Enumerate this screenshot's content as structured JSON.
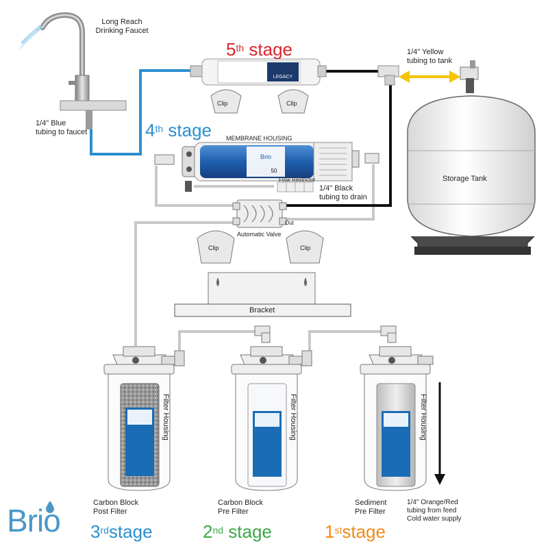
{
  "labels": {
    "faucet": [
      "Long Reach",
      "Drinking Faucet"
    ],
    "blue_tubing": [
      "1/4\" Blue",
      "tubing to faucet"
    ],
    "yellow_tubing": [
      "1/4\" Yellow",
      "tubing to tank"
    ],
    "clip": "Clip",
    "membrane_housing": "MEMBRANE HOUSING",
    "flow_restrictor": "Flow Restrictor",
    "black_tubing": [
      "1/4\" Black",
      "tubing to drain"
    ],
    "out": "Out",
    "automatic_valve": "Automatic Valve",
    "storage_tank": "Storage Tank",
    "bracket": "Bracket",
    "filter_housing": "Filter Housing",
    "carbon_post": [
      "Carbon Block",
      "Post Filter"
    ],
    "carbon_pre": [
      "Carbon Block",
      "Pre Filter"
    ],
    "sediment_pre": [
      "Sediment",
      "Pre Filter"
    ],
    "orange_tubing": [
      "1/4\" Orange/Red",
      "tubing from feed",
      "Cold water supply"
    ],
    "brand": "Brio",
    "inline_legacy": "LEGACY",
    "membrane_50": "50"
  },
  "stages": {
    "s5": {
      "num": "5",
      "sup": "th",
      "word": "stage",
      "color": "#d9262c"
    },
    "s4": {
      "num": "4",
      "sup": "th",
      "word": "stage",
      "color": "#2b8fcf"
    },
    "s3": {
      "num": "3",
      "sup": "rd",
      "word": "stage",
      "color": "#2b8fcf"
    },
    "s2": {
      "num": "2",
      "sup": "nd",
      "word": "stage",
      "color": "#3aa845"
    },
    "s1": {
      "num": "1",
      "sup": "st",
      "word": "stage",
      "color": "#f08a1c"
    }
  },
  "colors": {
    "blue_tube": "#2b8fcf",
    "yellow_arrow": "#f5c400",
    "black_tube": "#111111",
    "gray_tube": "#c8c8c8",
    "brand": "#4a97c9"
  }
}
